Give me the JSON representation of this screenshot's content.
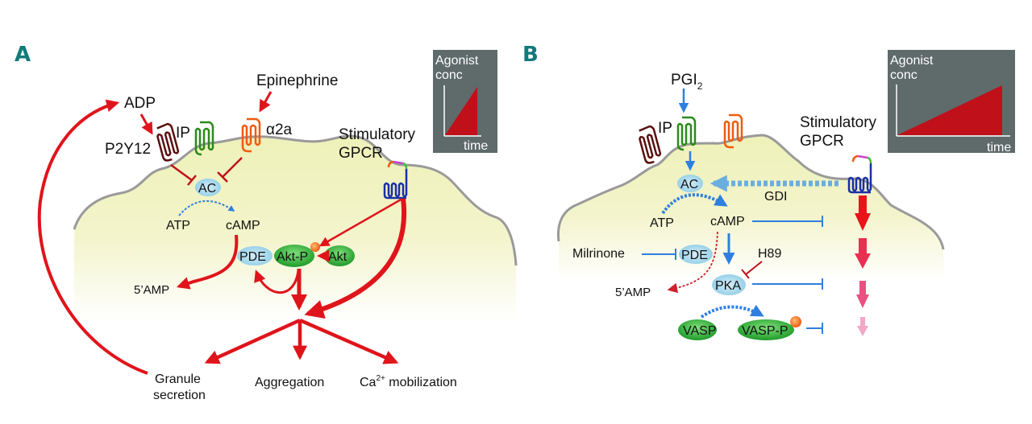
{
  "figure": {
    "panels": [
      {
        "letter": "A",
        "inset": {
          "ylabel_line1": "Agonist",
          "ylabel_line2": "conc",
          "xlabel": "time",
          "profile": "rapid rise"
        },
        "ligands": {
          "adp": "ADP",
          "epinephrine": "Epinephrine"
        },
        "receptors": {
          "p2y12": "P2Y12",
          "ip": "IP",
          "a2a": "α2a",
          "stim_line1": "Stimulatory",
          "stim_line2": "GPCR"
        },
        "nodes": {
          "ac": "AC",
          "atp": "ATP",
          "camp": "cAMP",
          "pde": "PDE",
          "aktp": "Akt-P",
          "akt": "Akt",
          "amp5": "5’AMP"
        },
        "outputs": {
          "granule_line1": "Granule",
          "granule_line2": "secretion",
          "aggregation": "Aggregation",
          "ca_prefix": "Ca",
          "ca_sup": "2+",
          "ca_suffix": " mobilization"
        }
      },
      {
        "letter": "B",
        "inset": {
          "ylabel_line1": "Agonist",
          "ylabel_line2": "conc",
          "xlabel": "time",
          "profile": "slow rise"
        },
        "ligands": {
          "pgi_main": "PGI",
          "pgi_sub": "2"
        },
        "receptors": {
          "ip": "IP",
          "stim_line1": "Stimulatory",
          "stim_line2": "GPCR"
        },
        "nodes": {
          "ac": "AC",
          "gdi": "GDI",
          "atp": "ATP",
          "camp": "cAMP",
          "pde": "PDE",
          "milrinone": "Milrinone",
          "h89": "H89",
          "pka": "PKA",
          "amp5": "5’AMP",
          "vasp": "VASP",
          "vaspp": "VASP-P"
        }
      }
    ],
    "colors": {
      "activation_red": "#e0141b",
      "inhibition_blue": "#2f7fe0",
      "gdi_blue": "#6aaee0",
      "cell_fill": "#f2f3c4",
      "membrane": "#9a9a9a",
      "inset_bg": "#5f6a6a",
      "inset_fill": "#c0101a",
      "panel_letter": "#137a7a",
      "p2y12": "#5a1010",
      "ip": "#2a8a1a",
      "a2a": "#f05a10",
      "stim_gpcr": "#1a2fa8",
      "akt_green": "#3fbf3f",
      "enzyme_blue": "#a9dcef"
    }
  }
}
